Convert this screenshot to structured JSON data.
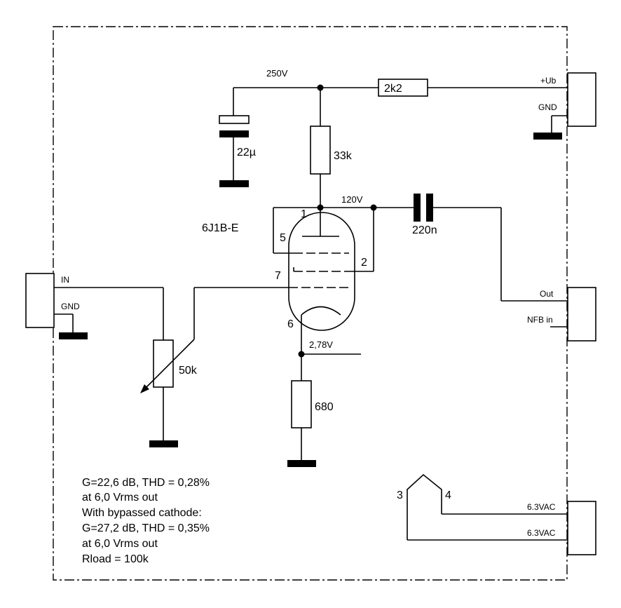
{
  "labels": {
    "v250": "250V",
    "r_2k2": "2k2",
    "ub": "+Ub",
    "gnd_top": "GND",
    "c_22u": "22µ",
    "r_33k": "33k",
    "v120": "120V",
    "c_220n": "220n",
    "tube": "6J1B-E",
    "pin1": "1",
    "pin5": "5",
    "pin2": "2",
    "pin7": "7",
    "pin6": "6",
    "in": "IN",
    "gnd_in": "GND",
    "pot_50k": "50k",
    "v278": "2,78V",
    "r_680": "680",
    "out": "Out",
    "nfb_in": "NFB in",
    "heater3": "3",
    "heater4": "4",
    "vac1": "6.3VAC",
    "vac2": "6.3VAC"
  },
  "notes": [
    "G=22,6 dB, THD = 0,28%",
    "at 6,0 Vrms out",
    "With bypassed cathode:",
    "G=27,2 dB, THD = 0,35%",
    "at 6,0 Vrms out",
    "Rload = 100k"
  ]
}
